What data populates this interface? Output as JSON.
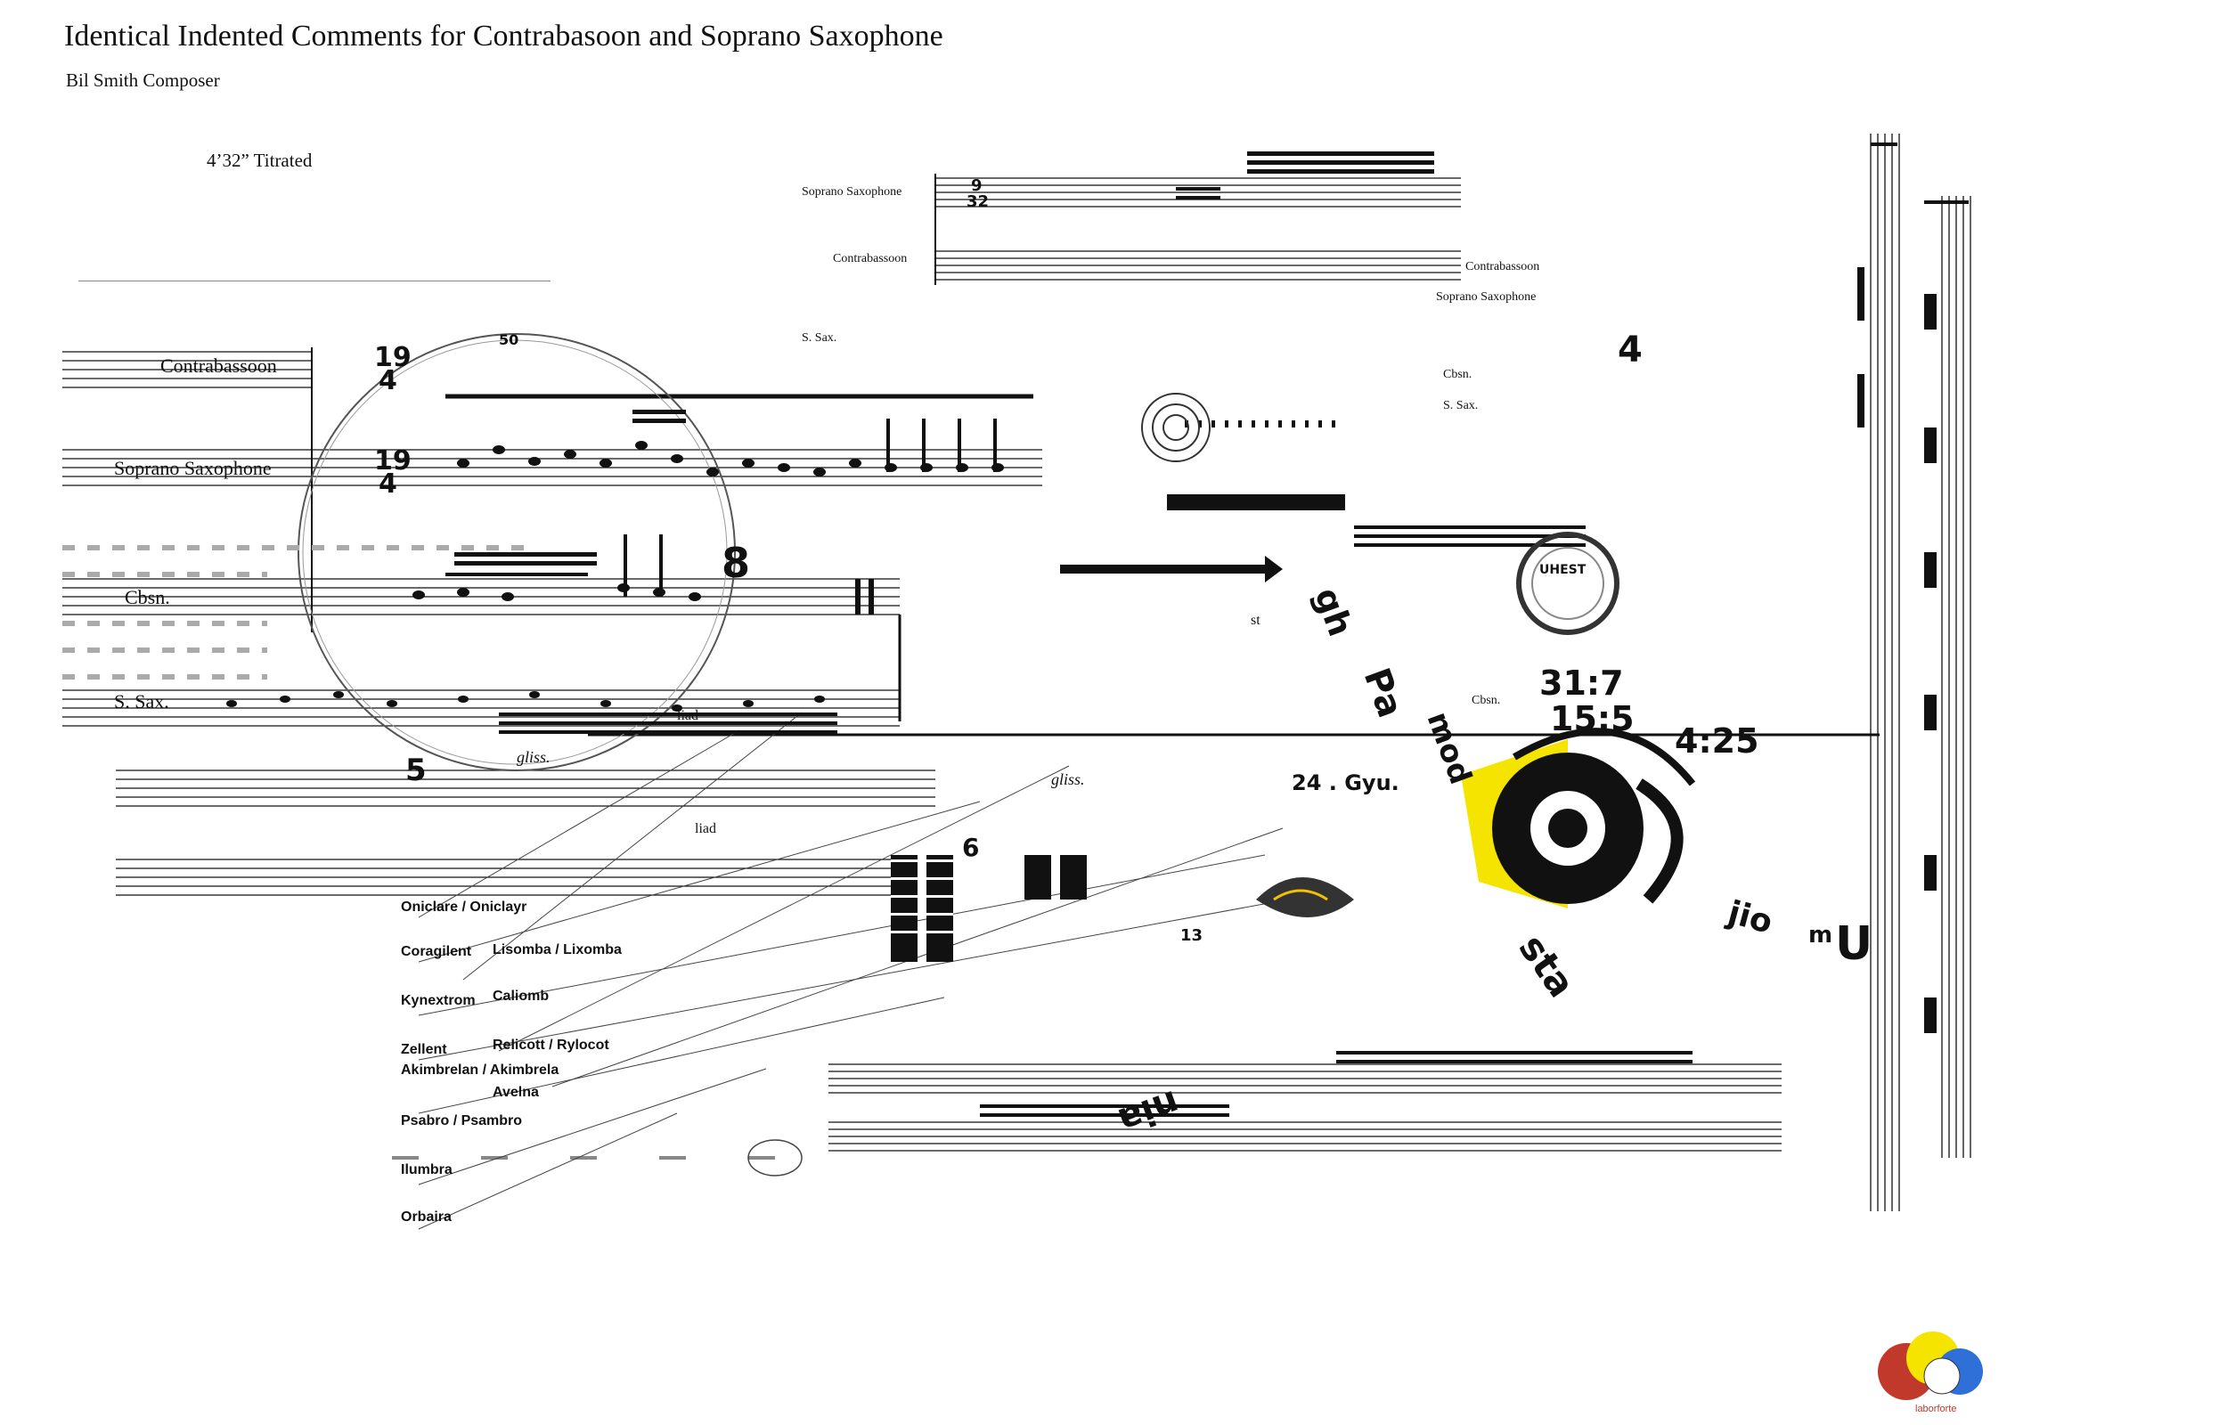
{
  "header": {
    "title": "Identical Indented Comments for Contrabasoon and Soprano Saxophone",
    "composer": "Bil Smith Composer",
    "duration": "4’32” Titrated"
  },
  "instruments": {
    "contrabassoon": "Contrabassoon",
    "soprano_sax": "Soprano Saxophone",
    "cbsn": "Cbsn.",
    "ssax": "S. Sax."
  },
  "time_signatures": {
    "main_top": "19",
    "main_bottom": "4",
    "upper_top": "9",
    "upper_bottom": "32"
  },
  "glossary_words": [
    "Oniclare / Oniclayr",
    "Coragilent",
    "Lisomba / Lixomba",
    "Kynextrom",
    "Caliomb",
    "Zellent",
    "Relicott / Rylocot",
    "Akimbrelan / Akimbrela",
    "Avelna",
    "Psabro / Psambro",
    "Ilumbra",
    "Orbaira"
  ],
  "annotations": {
    "gliss": "gliss.",
    "liad": "liad",
    "num_24": "24 . Gyu.",
    "num_317": "31:7",
    "num_155": "15:5",
    "num_425": "4:25",
    "num_8": "8",
    "num_5": "5",
    "num_6": "6",
    "num_4": "4",
    "num_13": "13",
    "num_50": "50",
    "hest": "UHEST"
  },
  "scattered_text": {
    "gh": "gh",
    "pa": "Pa",
    "mod": "mod",
    "sta": "sta",
    "jio": "jio",
    "m": "m",
    "u": "U",
    "nia": "nia",
    "st": "st"
  },
  "logo": {
    "caption": "laborforte"
  },
  "colors": {
    "accent_yellow": "#f5e400",
    "ink": "#111111",
    "logo_red": "#c0392b",
    "logo_blue": "#2e6fd8"
  }
}
